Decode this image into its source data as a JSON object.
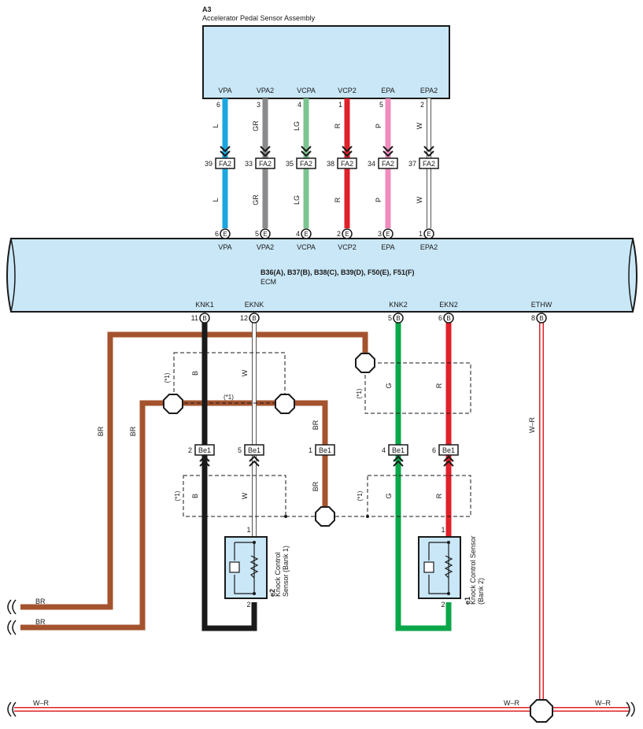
{
  "assembly": {
    "id": "A3",
    "name": "Accelerator Pedal Sensor Assembly",
    "pins": [
      {
        "label": "VPA",
        "pin": "6",
        "color_code": "L",
        "conn_pin": "39",
        "ecm_pin": "6",
        "ecm_conn": "E"
      },
      {
        "label": "VPA2",
        "pin": "3",
        "color_code": "GR",
        "conn_pin": "33",
        "ecm_pin": "5",
        "ecm_conn": "E"
      },
      {
        "label": "VCPA",
        "pin": "4",
        "color_code": "LG",
        "conn_pin": "35",
        "ecm_pin": "4",
        "ecm_conn": "E"
      },
      {
        "label": "VCP2",
        "pin": "1",
        "color_code": "R",
        "conn_pin": "38",
        "ecm_pin": "2",
        "ecm_conn": "E"
      },
      {
        "label": "EPA",
        "pin": "5",
        "color_code": "P",
        "conn_pin": "34",
        "ecm_pin": "3",
        "ecm_conn": "E"
      },
      {
        "label": "EPA2",
        "pin": "2",
        "color_code": "W",
        "conn_pin": "37",
        "ecm_pin": "1",
        "ecm_conn": "E"
      }
    ],
    "connector": "FA2"
  },
  "ecm": {
    "connectors_line": "B36(A), B37(B), B38(C), B39(D), F50(E), F51(F)",
    "name": "ECM",
    "bottom_pins": [
      {
        "label": "KNK1",
        "pin": "11",
        "conn": "B"
      },
      {
        "label": "EKNK",
        "pin": "12",
        "conn": "B"
      },
      {
        "label": "KNK2",
        "pin": "5",
        "conn": "B"
      },
      {
        "label": "EKN2",
        "pin": "6",
        "conn": "B"
      },
      {
        "label": "ETHW",
        "pin": "8",
        "conn": "B"
      }
    ]
  },
  "junction": {
    "connector": "Be1",
    "pins": [
      "2",
      "5",
      "1",
      "4",
      "6"
    ]
  },
  "wire_labels": {
    "br": "BR",
    "b": "B",
    "w": "W",
    "g": "G",
    "r": "R",
    "wr": "W–R"
  },
  "shield_note": "(*1)",
  "sensors": {
    "bank1": {
      "id": "e2",
      "name": "Knock Control",
      "name2": "Sensor (Bank 1)",
      "pin_top": "1",
      "pin_bottom": "2"
    },
    "bank2": {
      "id": "e1",
      "name": "Knock Control Sensor",
      "name2": "(Bank 2)",
      "pin_top": "1",
      "pin_bottom": "2"
    }
  },
  "colors": {
    "module_fill": "#c9e7f7",
    "L": "#1aa6e0",
    "GR": "#8a8a8c",
    "LG": "#7cc490",
    "R": "#e0202a",
    "P": "#f08bbd",
    "W": "#ffffff",
    "BR": "#a4532e",
    "B": "#1a1a1a",
    "G": "#0aa64a"
  }
}
